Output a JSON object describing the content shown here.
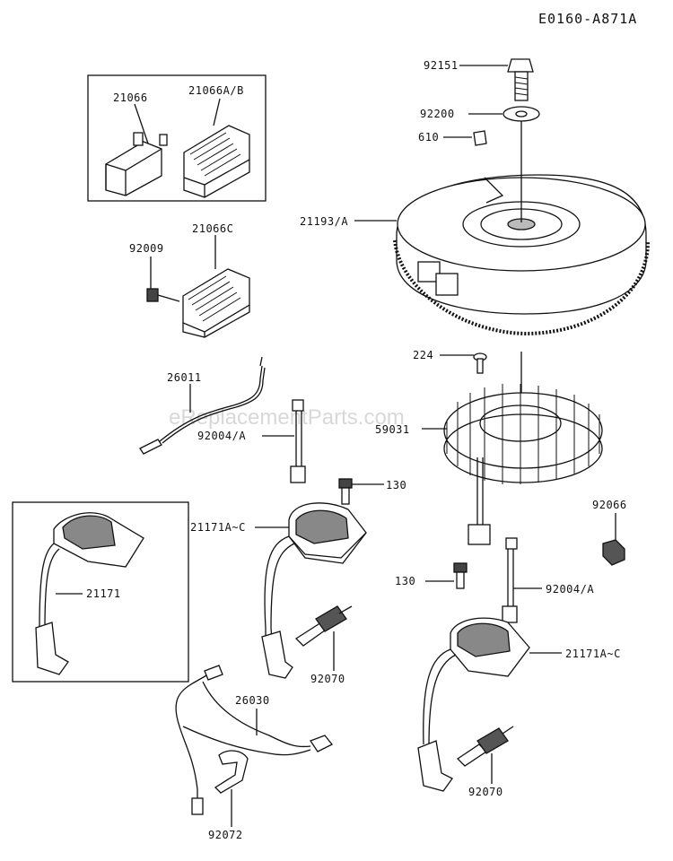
{
  "diagram": {
    "title": "E0160-A871A",
    "watermark": "eReplacementParts.com",
    "labels": {
      "p92151": "92151",
      "p92200": "92200",
      "p610": "610",
      "p21193A": "21193/A",
      "p21066": "21066",
      "p21066AB": "21066A/B",
      "p21066C": "21066C",
      "p92009": "92009",
      "p224": "224",
      "p26011": "26011",
      "p59031": "59031",
      "p92004A_left": "92004/A",
      "p130_left": "130",
      "p21171A_C_left": "21171A~C",
      "p92066": "92066",
      "p21171": "21171",
      "p130_right": "130",
      "p92004A_right": "92004/A",
      "p92070_left": "92070",
      "p21171A_C_right": "21171A~C",
      "p26030": "26030",
      "p92070_right": "92070",
      "p92072": "92072"
    }
  },
  "colors": {
    "line": "#111111",
    "fill_light": "#ffffff",
    "fill_shade": "#bfbfbf",
    "fill_dark": "#555555",
    "watermark": "#d8d8d8"
  }
}
